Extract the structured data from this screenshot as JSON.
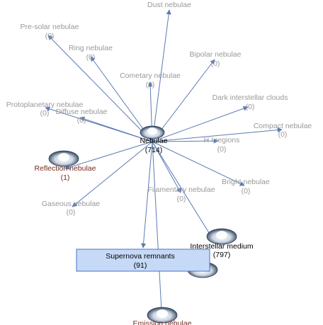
{
  "theme": {
    "edge_color": "#5b7bb5",
    "empty_color": "#999999",
    "active_color": "#000000",
    "reflection_color": "#7a2a1e",
    "selected_fill": "#c6daf7",
    "selected_border": "#4b72c2"
  },
  "center": {
    "label": "Nebulae",
    "count": "(714)",
    "icon": "nebula-icon"
  },
  "nodes": [
    {
      "id": "dust",
      "label": "Dust nebulae",
      "count": "(0)",
      "style": "empty"
    },
    {
      "id": "pre-solar",
      "label": "Pre-solar nebulae",
      "count": "(0)",
      "style": "empty"
    },
    {
      "id": "ring",
      "label": "Ring nebulae",
      "count": "(0)",
      "style": "empty"
    },
    {
      "id": "bipolar",
      "label": "Bipolar nebulae",
      "count": "(0)",
      "style": "empty"
    },
    {
      "id": "cometary",
      "label": "Cometary nebulae",
      "count": "(0)",
      "style": "empty"
    },
    {
      "id": "dark",
      "label": "Dark interstellar clouds",
      "count": "(0)",
      "style": "empty"
    },
    {
      "id": "protoplanetary",
      "label": "Protoplanetary nebulae",
      "count": "(0)",
      "style": "empty"
    },
    {
      "id": "diffuse",
      "label": "Diffuse nebulae",
      "count": "(0)",
      "style": "empty"
    },
    {
      "id": "compact",
      "label": "Compact nebulae",
      "count": "(0)",
      "style": "empty"
    },
    {
      "id": "h-i",
      "label": "H I regions",
      "count": "(0)",
      "style": "empty"
    },
    {
      "id": "reflection",
      "label": "Reflection nebulae",
      "count": "(1)",
      "style": "reflection",
      "icon": "nebula-icon"
    },
    {
      "id": "bright",
      "label": "Bright nebulae",
      "count": "(0)",
      "style": "empty"
    },
    {
      "id": "filamentary",
      "label": "Filamentary nebulae",
      "count": "(0)",
      "style": "empty"
    },
    {
      "id": "gaseous",
      "label": "Gaseous nebulae",
      "count": "(0)",
      "style": "empty"
    },
    {
      "id": "interstellar",
      "label": "Interstellar medium",
      "count": "(797)",
      "style": "active",
      "icon": "nebula-icon"
    },
    {
      "id": "supernova",
      "label": "Supernova remnants",
      "count": "(91)",
      "style": "selected",
      "icon": "nebula-icon"
    },
    {
      "id": "emission",
      "label": "Emission nebulae",
      "count": "",
      "style": "reflection",
      "icon": "nebula-icon"
    }
  ]
}
